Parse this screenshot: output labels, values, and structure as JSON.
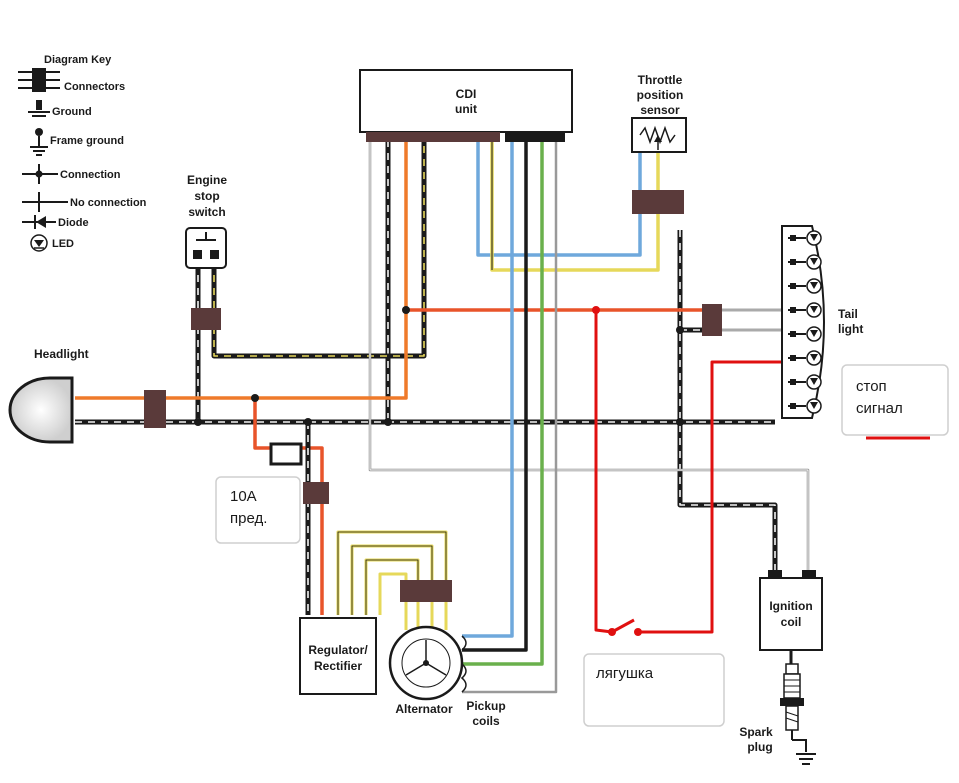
{
  "colors": {
    "black": "#1a1a1a",
    "white_wire": "#f5f5f5",
    "red": "#e8542a",
    "orange": "#ef7a2a",
    "blue": "#6fa8dc",
    "yellow": "#e6d85a",
    "green": "#6ab04c",
    "brown": "#5a3a3a",
    "added_red": "#e01010"
  },
  "key": {
    "title": "Diagram Key",
    "items": [
      {
        "icon": "connector-key-icon",
        "label": "Connectors"
      },
      {
        "icon": "ground-key-icon",
        "label": "Ground"
      },
      {
        "icon": "frame-ground-key-icon",
        "label": "Frame ground"
      },
      {
        "icon": "connection-key-icon",
        "label": "Connection"
      },
      {
        "icon": "no-connection-key-icon",
        "label": "No connection"
      },
      {
        "icon": "diode-key-icon",
        "label": "Diode"
      },
      {
        "icon": "led-key-icon",
        "label": "LED"
      }
    ]
  },
  "components": {
    "cdi": [
      "CDI",
      "unit"
    ],
    "tps": [
      "Throttle",
      "position",
      "sensor"
    ],
    "stop_switch": [
      "Engine",
      "stop",
      "switch"
    ],
    "headlight": "Headlight",
    "tail_light": [
      "Tail",
      "light"
    ],
    "regulator": [
      "Regulator/",
      "Rectifier"
    ],
    "alternator": "Alternator",
    "pickup": [
      "Pickup",
      "coils"
    ],
    "ignition_coil": [
      "Ignition",
      "coil"
    ],
    "spark_plug": [
      "Spark",
      "plug"
    ]
  },
  "notes": {
    "fuse": [
      "10A",
      "пред."
    ],
    "brake": [
      "стоп",
      "сигнал"
    ],
    "frog": "лягушка"
  }
}
